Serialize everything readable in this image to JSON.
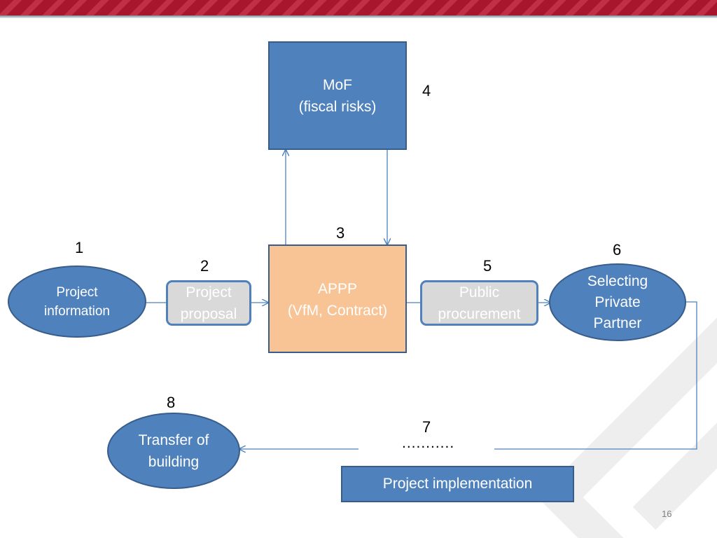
{
  "diagram": {
    "nodes": {
      "mof": "MoF\n(fiscal risks)",
      "appp": "APPP\n(VfM, Contract)",
      "project_information": "Project\ninformation",
      "project_proposal": "Project\nproposal",
      "public_procurement": "Public\nprocurement",
      "selecting_private_partner": "Selecting\nPrivate\nPartner",
      "transfer_of_building": "Transfer of\nbuilding",
      "project_implementation": "Project implementation"
    },
    "step_numbers": {
      "s1": "1",
      "s2": "2",
      "s3": "3",
      "s4": "4",
      "s5": "5",
      "s6": "6",
      "s7": "7",
      "s8": "8"
    },
    "ellipsis": "...........",
    "colors": {
      "node_blue": "#4f81bd",
      "node_border": "#385d8a",
      "appp_orange": "#f8c495",
      "proposal_grey": "#d9d9d9",
      "header_red": "#a8162e"
    }
  },
  "slide": {
    "page_number": "16"
  }
}
